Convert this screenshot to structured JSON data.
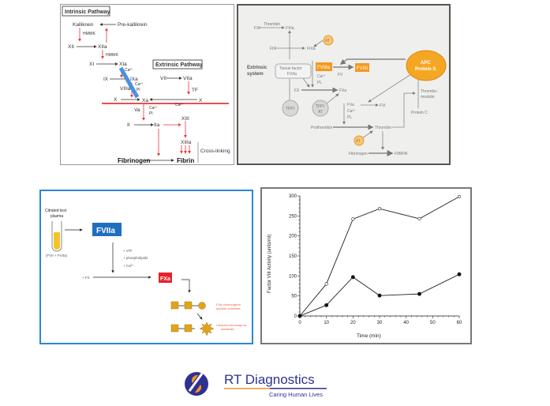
{
  "intrinsic": {
    "title": "Intrinsic Pathway",
    "extrinsic_title": "Extrinsic Pathway",
    "kallikrein": "Kallikrein",
    "prekallikrein": "Pre-kallikrein",
    "hmwk1": "HMWK",
    "hmwk2": "HMWK",
    "xii": "XII",
    "xiia": "XIIa",
    "xi": "XI",
    "xia": "XIa",
    "ix": "IX",
    "ixa": "IXa",
    "vii": "VII",
    "viia": "VIIa",
    "viiia": "VIIIa",
    "tf": "TF",
    "ca1": "Ca²⁺",
    "ca2": "Ca²⁺",
    "pl1": "Pl",
    "ca3": "Ca²⁺",
    "ca4": "Ca²⁺",
    "pl2": "Pl",
    "x1": "X",
    "xa": "Xa",
    "x2": "X",
    "va": "Va",
    "xiii": "XIII",
    "ii": "II",
    "iia": "IIa",
    "xiiia": "XIIIa",
    "crosslinking": "Cross-linking",
    "fibrinogen": "Fibrinogen",
    "fibrin": "Fibrin"
  },
  "cascade": {
    "fxi": "FXI",
    "thrombin_top": "Thrombin",
    "fxia": "FXIa",
    "at1": "AT",
    "fix": "FIX",
    "fixa": "FIXa",
    "extrinsic1": "Extrinsic",
    "extrinsic2": "system",
    "tf1": "Tissue factor",
    "tf2": "FVIIa",
    "fviiia": "FVIIIa",
    "ca": "Ca²⁺",
    "pl": "PL",
    "fv": "FV",
    "fviiii": "FVIIIi",
    "apc1": "APC",
    "apc2": "Protein S",
    "fx": "FX",
    "fxa": "FXa",
    "tfpi1": "TFPI",
    "tfpi2": "TFPI",
    "at2": "AT",
    "fva": "FVa",
    "ca2": "Ca²⁺",
    "pl2": "PL",
    "fvi": "FVi",
    "tm1": "Thrombo-",
    "tm2": "modulin",
    "proteinc": "Protein C",
    "prothrombin": "Prothrombin",
    "thrombin": "Thrombin",
    "at3": "AT",
    "fibrinogen": "Fibrinogen",
    "fibrin": "FIBRIN",
    "orange": "#f39a1e"
  },
  "assay": {
    "plasma1": "Citrated test",
    "plasma2": "plasma",
    "tube_label": "(FVII + FVIIa)",
    "fviia": "FVIIa",
    "add1": "+ sTF",
    "add2": "+ phospholipids",
    "add3": "+ Ca²⁺",
    "fx": "+ FX",
    "fxa": "FXa",
    "sub1": "FXa chromogenic",
    "sub2": "peptide substrate",
    "cl1": "Cleaved chromogenic",
    "cl2": "substrate",
    "blue": "#1f6fbf",
    "red": "#e8202a"
  },
  "chart_data": {
    "type": "line",
    "xlabel": "Time  (min)",
    "ylabel": "Factor VIII Activity (units/ml)",
    "xlim": [
      0,
      60
    ],
    "ylim": [
      0,
      300
    ],
    "xticks": [
      0,
      10,
      20,
      30,
      40,
      50,
      60
    ],
    "yticks": [
      0,
      50,
      100,
      150,
      200,
      250,
      300
    ],
    "grid": false,
    "series": [
      {
        "marker": "open-circle",
        "x": [
          0,
          10,
          20,
          30,
          45,
          60
        ],
        "y": [
          0,
          80,
          242,
          268,
          243,
          298
        ]
      },
      {
        "marker": "filled-circle",
        "x": [
          0,
          10,
          20,
          30,
          45,
          60
        ],
        "y": [
          0,
          27,
          97,
          51,
          55,
          104
        ]
      }
    ]
  },
  "logo": {
    "name": "RT Diagnostics",
    "tagline": "Caring Human Lives",
    "blue": "#2e3192",
    "orange": "#f7941d"
  }
}
